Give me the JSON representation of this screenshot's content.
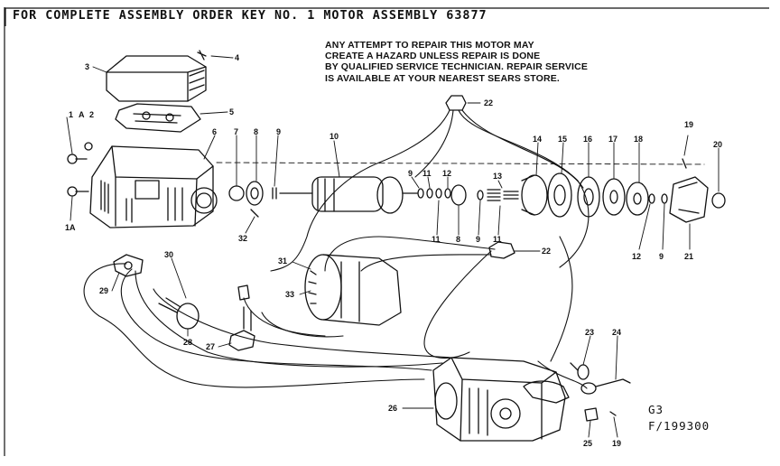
{
  "header": {
    "title": "FOR COMPLETE ASSEMBLY ORDER KEY NO. 1 MOTOR ASSEMBLY 63877"
  },
  "warning": {
    "lines": [
      "ANY ATTEMPT TO REPAIR THIS MOTOR MAY",
      "CREATE A HAZARD UNLESS REPAIR IS DONE",
      "BY QUALIFIED SERVICE TECHNICIAN. REPAIR SERVICE",
      "IS AVAILABLE AT YOUR NEAREST SEARS STORE."
    ]
  },
  "diagram_code": {
    "section": "G3",
    "figure": "F/199300"
  },
  "callouts": [
    {
      "id": "c1",
      "text": "1"
    },
    {
      "id": "cA",
      "text": "A"
    },
    {
      "id": "c2",
      "text": "2"
    },
    {
      "id": "c3",
      "text": "3"
    },
    {
      "id": "c4",
      "text": "4"
    },
    {
      "id": "c5",
      "text": "5"
    },
    {
      "id": "c6",
      "text": "6"
    },
    {
      "id": "c7",
      "text": "7"
    },
    {
      "id": "c8",
      "text": "8"
    },
    {
      "id": "c9",
      "text": "9"
    },
    {
      "id": "c10",
      "text": "10"
    },
    {
      "id": "c9b",
      "text": "9"
    },
    {
      "id": "c11",
      "text": "11"
    },
    {
      "id": "c12",
      "text": "12"
    },
    {
      "id": "c13",
      "text": "13"
    },
    {
      "id": "c14",
      "text": "14"
    },
    {
      "id": "c15",
      "text": "15"
    },
    {
      "id": "c16",
      "text": "16"
    },
    {
      "id": "c17",
      "text": "17"
    },
    {
      "id": "c18",
      "text": "18"
    },
    {
      "id": "c19",
      "text": "19"
    },
    {
      "id": "c20",
      "text": "20"
    },
    {
      "id": "c22",
      "text": "22"
    },
    {
      "id": "c1A",
      "text": "1A"
    },
    {
      "id": "c32",
      "text": "32"
    },
    {
      "id": "c11b",
      "text": "11"
    },
    {
      "id": "c8b",
      "text": "8"
    },
    {
      "id": "c9c",
      "text": "9"
    },
    {
      "id": "c11c",
      "text": "11"
    },
    {
      "id": "c22b",
      "text": "22"
    },
    {
      "id": "c12b",
      "text": "12"
    },
    {
      "id": "c9d",
      "text": "9"
    },
    {
      "id": "c21",
      "text": "21"
    },
    {
      "id": "c31",
      "text": "31"
    },
    {
      "id": "c30",
      "text": "30"
    },
    {
      "id": "c29",
      "text": "29"
    },
    {
      "id": "c33",
      "text": "33"
    },
    {
      "id": "c28",
      "text": "28"
    },
    {
      "id": "c27",
      "text": "27"
    },
    {
      "id": "c23",
      "text": "23"
    },
    {
      "id": "c24",
      "text": "24"
    },
    {
      "id": "c26",
      "text": "26"
    },
    {
      "id": "c25",
      "text": "25"
    },
    {
      "id": "c19b",
      "text": "19"
    }
  ]
}
